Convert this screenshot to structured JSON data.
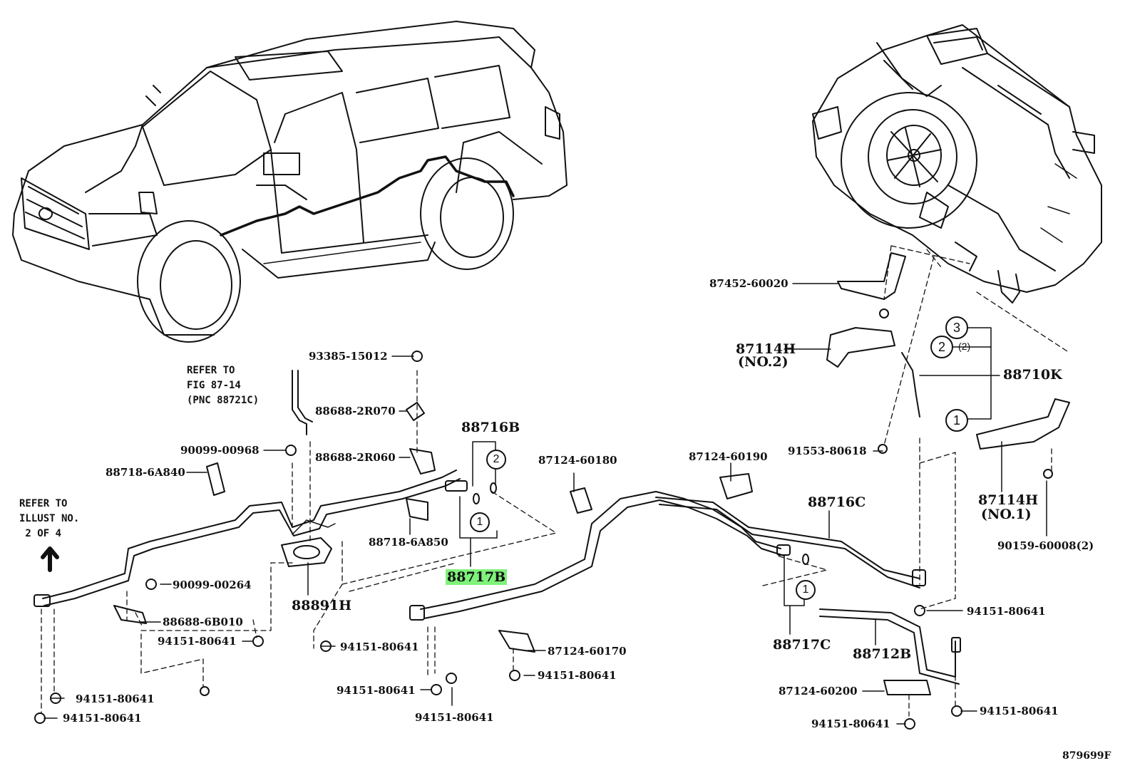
{
  "diagram_id": "879699F",
  "notes": {
    "refer_fig": "REFER TO\nFIG 87-14\n(PNC 88721C)",
    "refer_illust": "REFER TO\nILLUST NO.\n 2 OF 4"
  },
  "labels": {
    "p_87452_60020": "87452-60020",
    "p_87114h_no2": "87114H",
    "p_87114h_no2_sub": "(NO.2)",
    "p_88710k": "88710K",
    "p_91553_80618": "91553-80618",
    "p_87114h_no1": "87114H",
    "p_87114h_no1_sub": "(NO.1)",
    "p_90159_60008": "90159-60008(2)",
    "p_93385_15012": "93385-15012",
    "p_88688_2r070": "88688-2R070",
    "p_88688_2r060": "88688-2R060",
    "p_90099_00968": "90099-00968",
    "p_88718_6a840": "88718-6A840",
    "p_88716b": "88716B",
    "p_87124_60180": "87124-60180",
    "p_87124_60190": "87124-60190",
    "p_88718_6a850": "88718-6A850",
    "p_88717b": "88717B",
    "p_88716c": "88716C",
    "p_90099_00264": "90099-00264",
    "p_88891h": "88891H",
    "p_88688_6b010": "88688-6B010",
    "p_94151_a": "94151-80641",
    "p_94151_b": "94151-80641",
    "p_94151_c": "94151-80641",
    "p_94151_d": "94151-80641",
    "p_94151_e": "94151-80641",
    "p_94151_f": "94151-80641",
    "p_94151_g": "94151-80641",
    "p_94151_h": "94151-80641",
    "p_94151_i": "94151-80641",
    "p_94151_j": "94151-80641",
    "p_87124_60170": "87124-60170",
    "p_87124_60200": "87124-60200",
    "p_88717c": "88717C",
    "p_88712b": "88712B"
  },
  "callouts": {
    "c1_top": "1",
    "c2_top": "2",
    "c3_top": "3",
    "c2_mid": "2",
    "c1_mid": "1",
    "c1_low": "1",
    "qty2": "(2)"
  },
  "highlight_color": "#7ef27a"
}
